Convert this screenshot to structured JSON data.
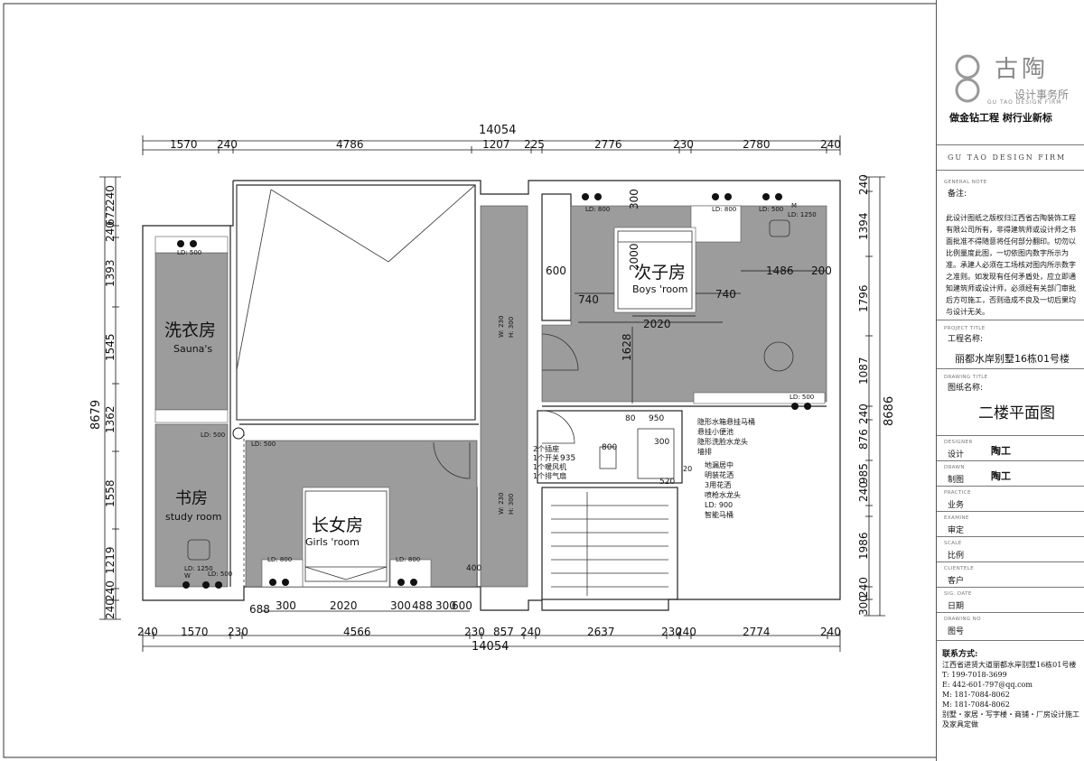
{
  "brand": {
    "name": "古陶",
    "sub": "设计事务所",
    "en": "GU TAO DESIGN FIRM",
    "slogan": "做金钻工程 树行业新标",
    "firm_line": "GU TAO DESIGN FIRM"
  },
  "note": {
    "en": "GENERAL NOTE",
    "cn": "备注:",
    "body": "此设计图纸之版权归江西省古陶装饰工程有限公司所有，非得建筑师或设计师之书面批准不得随意将任何部分翻印。切勿以比例量度此图，一切依图内数字所示为准。承建人必须在工场核对图内所示数字之准则。如发现有任何矛盾处，应立即通知建筑师或设计师，必须经有关部门审批后方可施工，否则造成不良及一切后果均与设计无关。"
  },
  "project": {
    "en": "PROJECT TITLE",
    "cn": "工程名称:",
    "value": "丽都水岸别墅16栋01号楼"
  },
  "drawing": {
    "en": "DRAWING TITLE",
    "cn": "图纸名称:",
    "value": "二楼平面图"
  },
  "fields": [
    {
      "en": "DESIGNER",
      "cn": "设计",
      "value": "陶工"
    },
    {
      "en": "DRAWN",
      "cn": "制图",
      "value": "陶工"
    },
    {
      "en": "PRACTICE",
      "cn": "业务",
      "value": ""
    },
    {
      "en": "EXAMINE",
      "cn": "审定",
      "value": ""
    },
    {
      "en": "SCALE",
      "cn": "比例",
      "value": ""
    },
    {
      "en": "CLIENTELE",
      "cn": "客户",
      "value": ""
    },
    {
      "en": "SIG. DATE",
      "cn": "日期",
      "value": ""
    },
    {
      "en": "DRAWING NO",
      "cn": "图号",
      "value": ""
    }
  ],
  "contact": {
    "title": "联系方式:",
    "address": "江西省进贤大道丽都水岸别墅16栋01号楼",
    "tel": "T: 199-7018-3699",
    "email": "E: 442-601-797@qq.com",
    "mobile1": "M: 181-7084-8062",
    "mobile2": "M: 181-7084-8062",
    "services": "别墅・家居・写字楼・商铺・厂房设计施工及家具定做"
  },
  "plan": {
    "total_width": "14054",
    "total_height_left": "8679",
    "total_height_right": "8686",
    "dims_top": [
      "1570",
      "240",
      "4786",
      "1207",
      "225",
      "2776",
      "230",
      "2780",
      "240"
    ],
    "dims_bottom": [
      "240",
      "1570",
      "230",
      "4566",
      "230",
      "857",
      "240",
      "2637",
      "230",
      "240",
      "2774",
      "240"
    ],
    "dims_bottom_inner": [
      "688",
      "300",
      "2020",
      "300",
      "488",
      "300",
      "600"
    ],
    "dims_left": [
      "240",
      "672",
      "240",
      "1393",
      "1545",
      "1362",
      "1558",
      "1219",
      "240",
      "240"
    ],
    "dims_right": [
      "240",
      "1394",
      "1796",
      "1087",
      "240",
      "876",
      "985",
      "240",
      "1986",
      "240",
      "300"
    ],
    "rooms": {
      "sauna_cn": "洗衣房",
      "sauna_en": "Sauna's",
      "boys_cn": "次子房",
      "boys_en": "Boys 'room",
      "girls_cn": "长女房",
      "girls_en": "Girls 'room",
      "study_cn": "书房",
      "study_en": "study room"
    },
    "inner_dims": {
      "d600": "600",
      "d740a": "740",
      "d740b": "740",
      "d2000": "2000",
      "d300": "300",
      "d2020": "2020",
      "d1628": "1628",
      "d1486": "1486",
      "d200": "200",
      "d80": "80",
      "d950": "950",
      "d800": "800",
      "d300b": "300",
      "d520": "520",
      "d20": "20",
      "d935": "935",
      "d400": "400"
    },
    "ld_labels": {
      "ld500_sauna": "LD: 500",
      "ld800_boys1": "LD: 800",
      "ld800_boys2": "LD: 800",
      "ld500_boys": "LD: 500",
      "ld1250_boys": "LD: 1250",
      "m_boys": "M",
      "ld500_boys_bottom": "LD: 500",
      "ld500_hall1": "LD: 500",
      "ld500_hall2": "LD: 500",
      "ld800_girls1": "LD: 800",
      "ld800_girls2": "LD: 800",
      "ld1250_study": "LD: 1250",
      "ld500_study": "LD: 500",
      "w_study": "W"
    },
    "annotations": {
      "wc1": "隐形水箱悬挂马桶",
      "wc2": "悬挂小便池",
      "wc3": "隐形洗脸水龙头",
      "wc4": "墙排",
      "sw1": "2个插座",
      "sw2": "1个开关",
      "sw3": "1个暖风机",
      "sw4": "1个排气扇",
      "sh1": "地漏居中",
      "sh2": "明装花洒",
      "sh3": "3用花洒",
      "sh4": "喷枪水龙头",
      "sh5": "LD: 900",
      "sh6": "智能马桶",
      "w230a": "W: 230",
      "h300a": "H: 300",
      "w230b": "W: 230",
      "h300b": "H: 300"
    }
  }
}
